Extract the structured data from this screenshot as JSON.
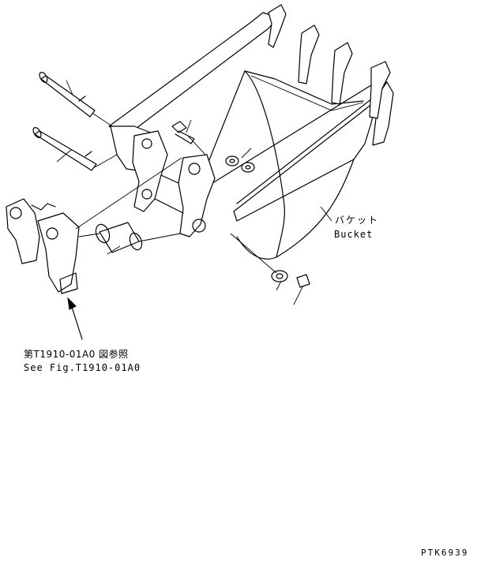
{
  "labels": {
    "bucket_jp": "バケット",
    "bucket_en": "Bucket",
    "see_fig_jp": "第T1910-01A0 図参照",
    "see_fig_en": "See Fig.T1910-01A0",
    "drawing_code": "PTK6939"
  }
}
